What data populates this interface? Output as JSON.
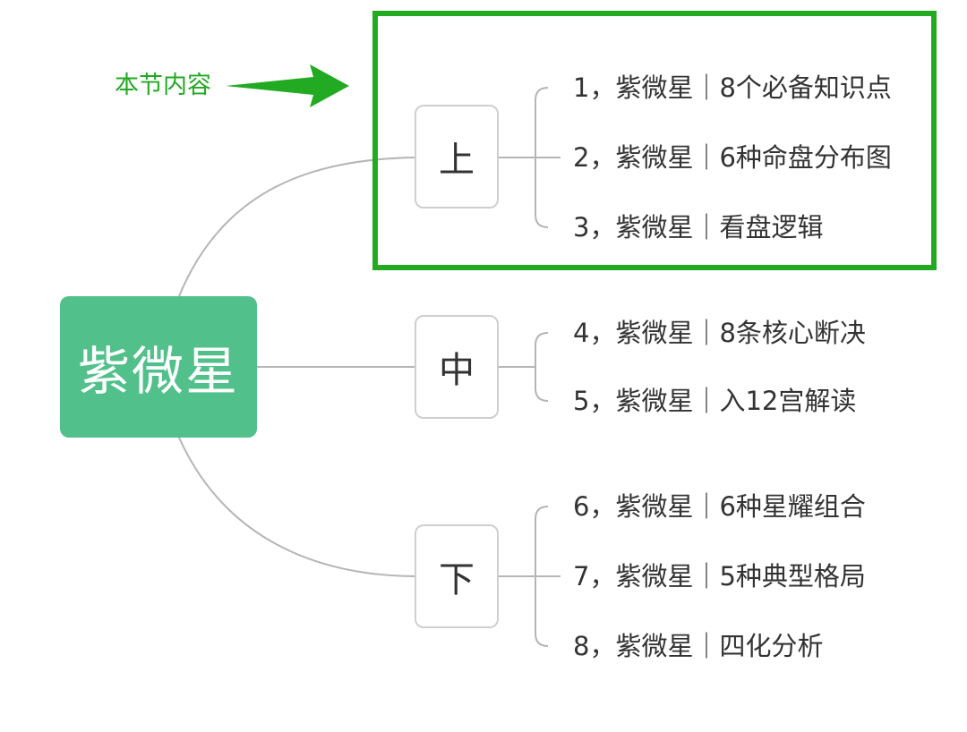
{
  "root": {
    "label": "紫微星"
  },
  "branches": [
    {
      "label": "上",
      "children": [
        "1，紫微星｜8个必备知识点",
        "2，紫微星｜6种命盘分布图",
        "3，紫微星｜看盘逻辑"
      ]
    },
    {
      "label": "中",
      "children": [
        "4，紫微星｜8条核心断决",
        "5，紫微星｜入12宫解读"
      ]
    },
    {
      "label": "下",
      "children": [
        "6，紫微星｜6种星耀组合",
        "7，紫微星｜5种典型格局",
        "8，紫微星｜四化分析"
      ]
    }
  ],
  "annotation": {
    "label": "本节内容",
    "color": "#22aa22"
  },
  "colors": {
    "root_fill": "#52c08a",
    "connector": "#b5b5b5",
    "branch_border": "#cfcfcf",
    "text": "#333333"
  }
}
